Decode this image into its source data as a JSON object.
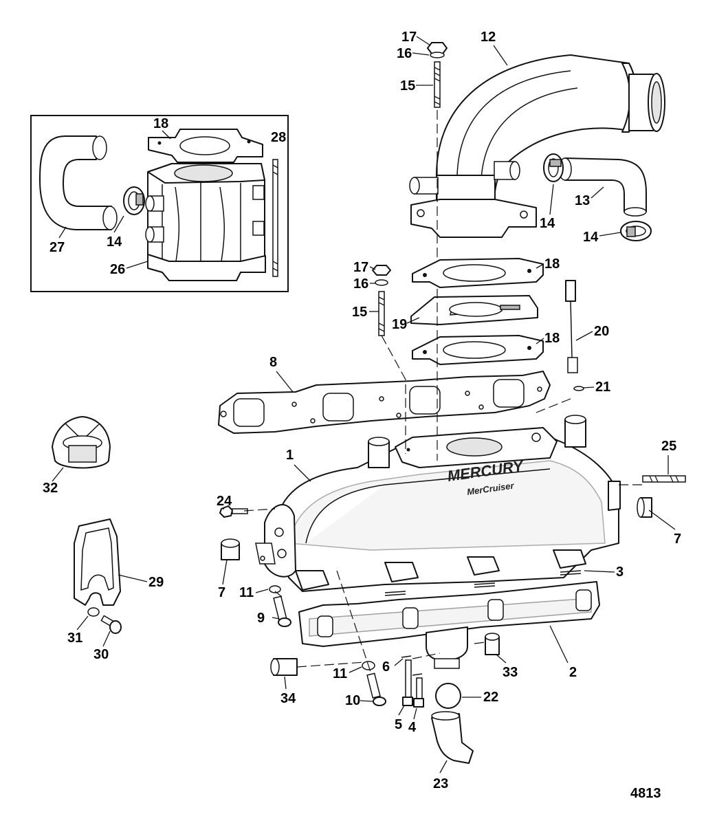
{
  "figure_number": "4813",
  "brand": {
    "name": "MERCURY",
    "sub": "MerCruiser"
  },
  "callouts": [
    "17",
    "16",
    "15",
    "12",
    "18",
    "28",
    "27",
    "14",
    "26",
    "13",
    "14",
    "17",
    "16",
    "15",
    "18",
    "19",
    "20",
    "18",
    "8",
    "21",
    "32",
    "1",
    "25",
    "24",
    "7",
    "29",
    "11",
    "3",
    "7",
    "9",
    "31",
    "30",
    "11",
    "6",
    "34",
    "10",
    "5",
    "4",
    "22",
    "33",
    "2",
    "23",
    "14"
  ]
}
